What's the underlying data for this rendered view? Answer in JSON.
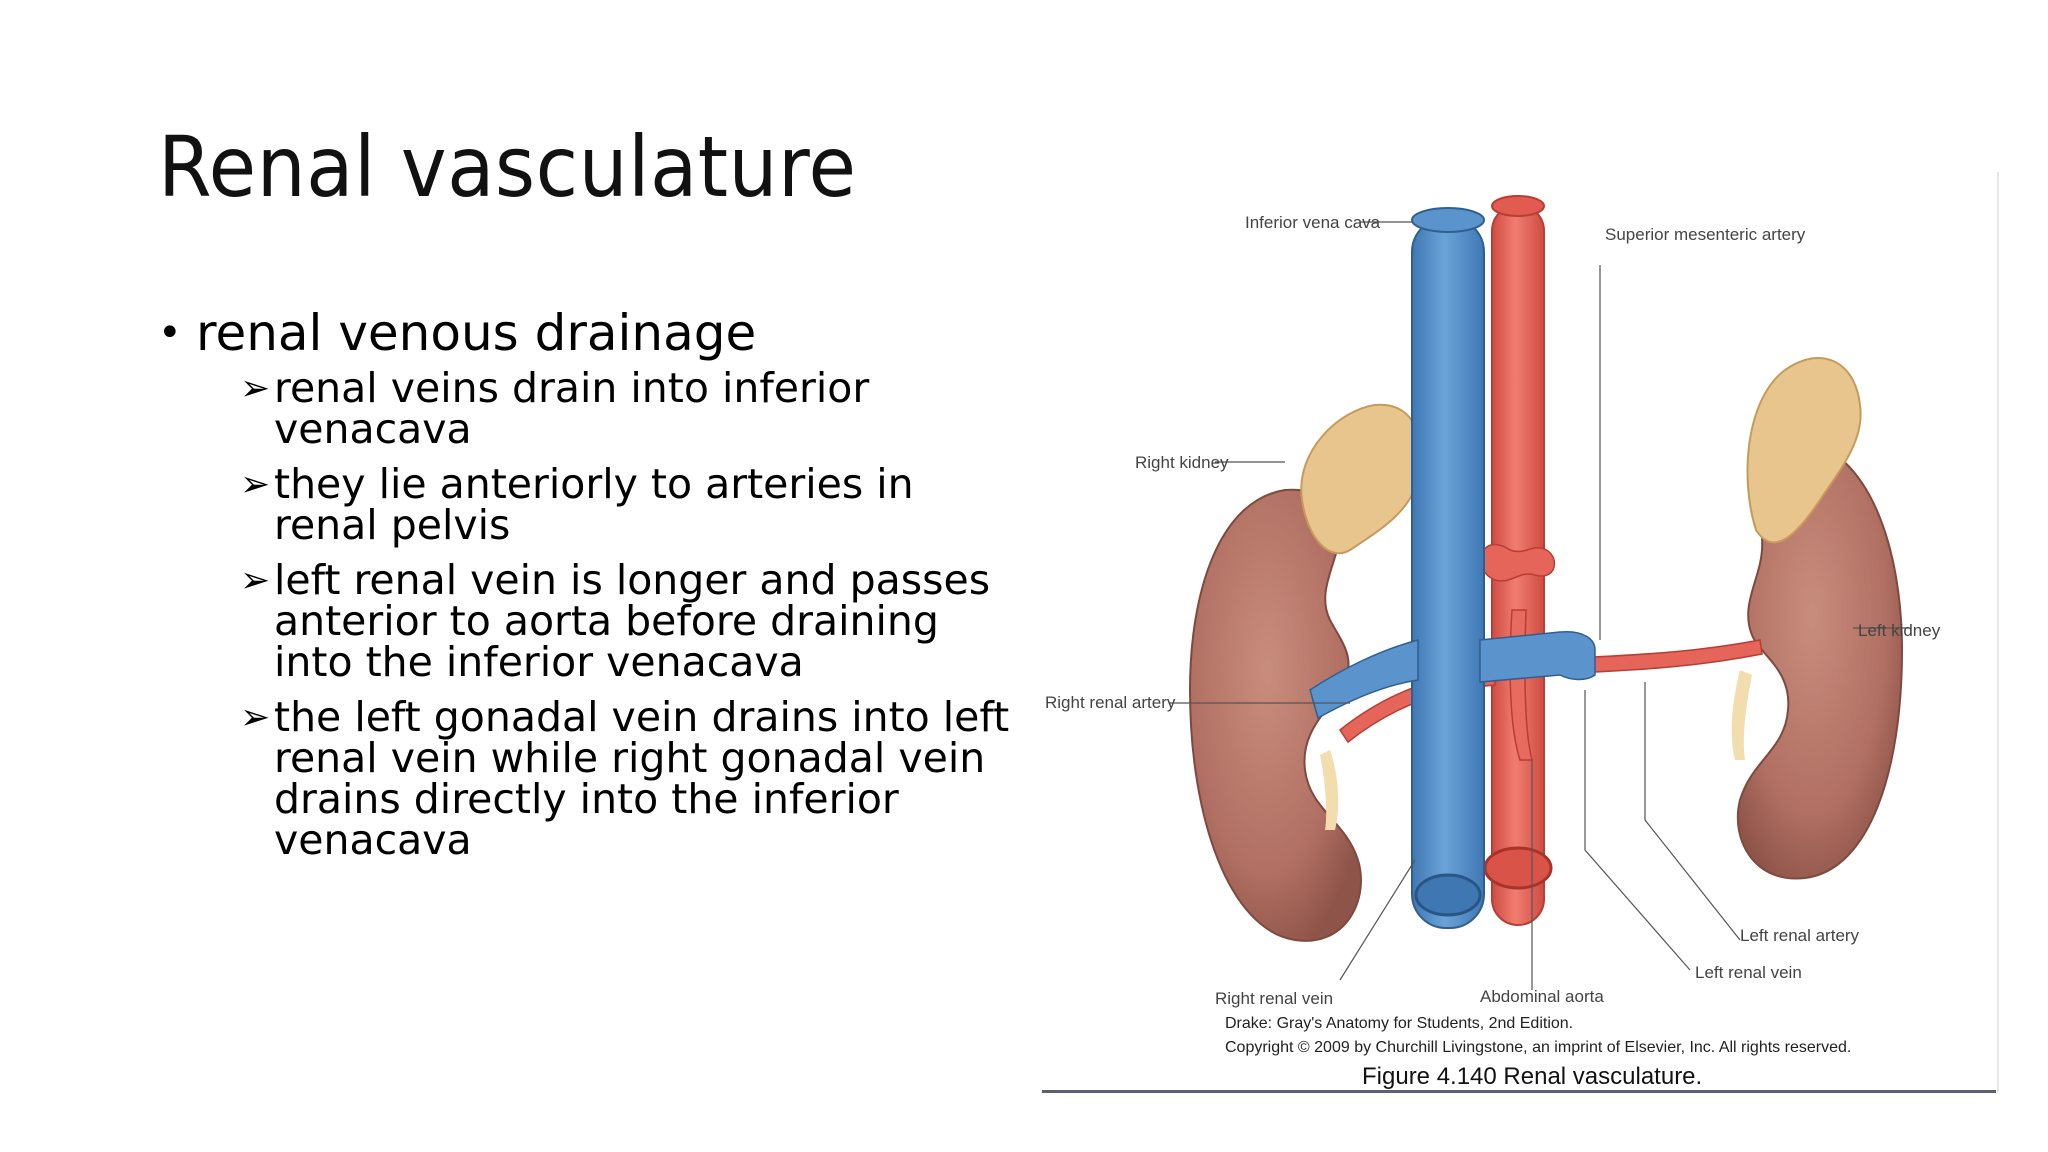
{
  "slide": {
    "title": "Renal vasculature",
    "bullet": {
      "text": "renal venous drainage",
      "marker": "•",
      "subitems": [
        {
          "marker": "➢",
          "text": "renal veins drain into inferior venacava"
        },
        {
          "marker": "➢",
          "text": "they lie anteriorly to arteries in renal pelvis"
        },
        {
          "marker": "➢",
          "text": "left renal vein is longer and passes anterior to aorta before draining into the inferior venacava"
        },
        {
          "marker": "➢",
          "text": "the left gonadal vein drains into left renal vein while right gonadal vein drains directly into the inferior venacava"
        }
      ]
    }
  },
  "figure": {
    "labels": {
      "ivc": "Inferior vena cava",
      "sma": "Superior mesenteric artery",
      "right_kidney": "Right kidney",
      "left_kidney": "Left kidney",
      "right_renal_artery": "Right renal artery",
      "left_renal_artery": "Left renal artery",
      "left_renal_vein": "Left renal vein",
      "right_renal_vein": "Right renal vein",
      "abdominal_aorta": "Abdominal aorta"
    },
    "credit_line1": "Drake: Gray's Anatomy for Students, 2nd Edition.",
    "credit_line2": "Copyright © 2009 by Churchill Livingstone, an imprint of Elsevier, Inc. All rights reserved.",
    "caption": "Figure 4.140 Renal vasculature."
  },
  "colors": {
    "vein": "#5b93cc",
    "artery": "#e7655a",
    "kidney": "#b9786a",
    "adrenal": "#e9c58e"
  }
}
